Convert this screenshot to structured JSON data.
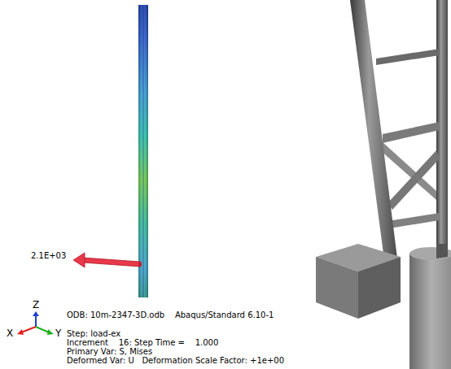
{
  "diagram": {
    "labels": [
      "2.1E+03",
      "Z",
      "X",
      "Y",
      "ODB: 10m-2347-3D.odb    Abaqus/Standard 6.10-1",
      "Step: load-ex",
      "Increment    16: Step Time =    1.000",
      "Primary Var: S, Mises",
      "Deformed Var: U   Deformation Scale Factor: +1e+00"
    ]
  }
}
